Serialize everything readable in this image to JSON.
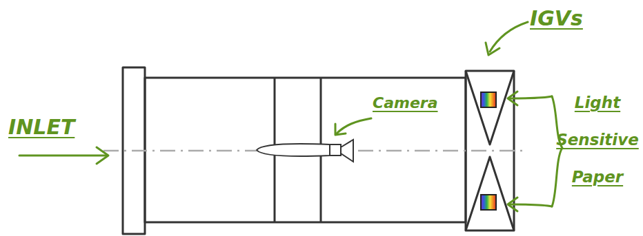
{
  "diagram": {
    "labels": [
      "IGVs",
      "INLET",
      "Camera",
      "Light Sensitive Paper"
    ]
  }
}
